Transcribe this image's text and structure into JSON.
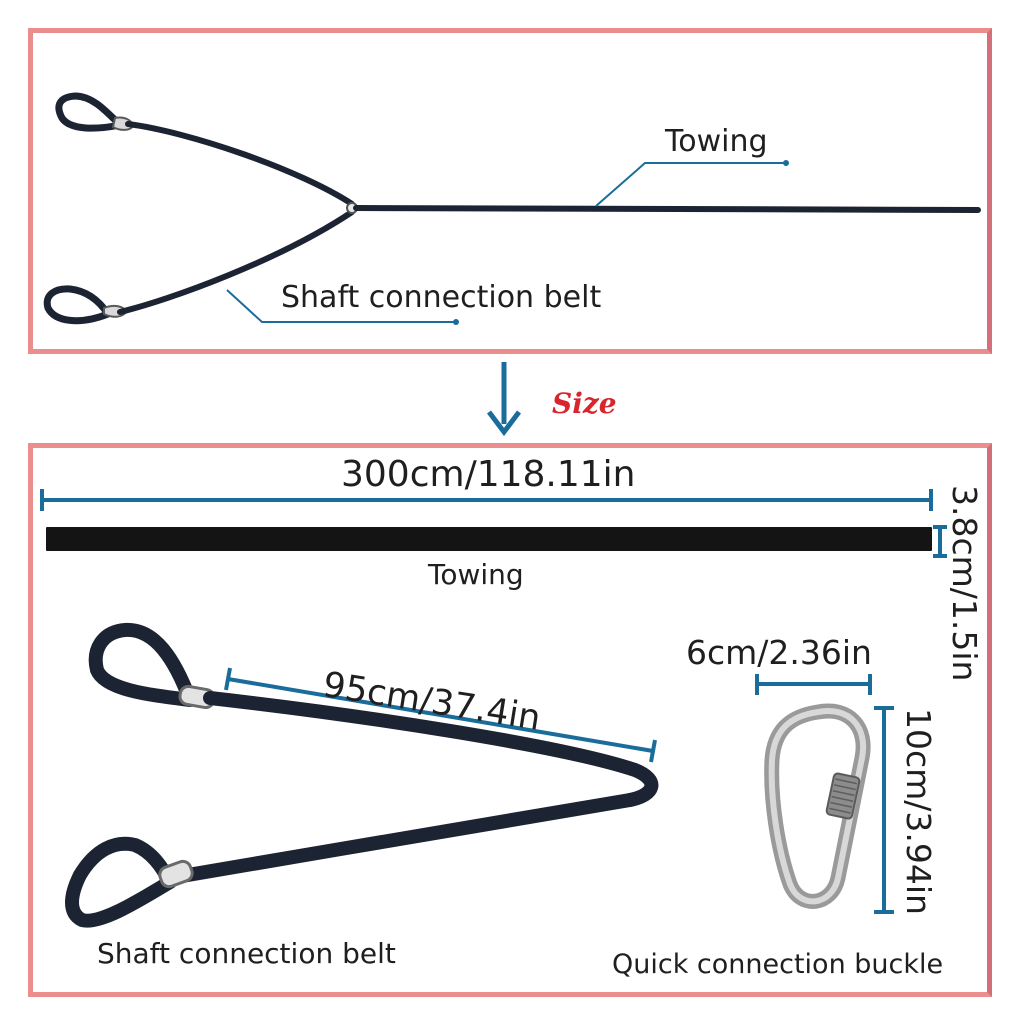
{
  "top_panel": {
    "towing_label": "Towing",
    "shaft_label": "Shaft connection belt"
  },
  "size_label": "Size",
  "bottom_panel": {
    "towing_length": "300cm/118.11in",
    "towing_width": "3.8cm/1.5in",
    "towing_label": "Towing",
    "shaft_length": "95cm/37.4in",
    "shaft_label": "Shaft connection belt",
    "buckle_width": "6cm/2.36in",
    "buckle_height": "10cm/3.94in",
    "buckle_label": "Quick connection buckle"
  },
  "colors": {
    "border": "#ec8e8e",
    "dimension_line": "#1a6d9a",
    "strap": "#1c2433",
    "accent_text": "#d8262c"
  },
  "icons": [
    "arrow-down-icon"
  ]
}
